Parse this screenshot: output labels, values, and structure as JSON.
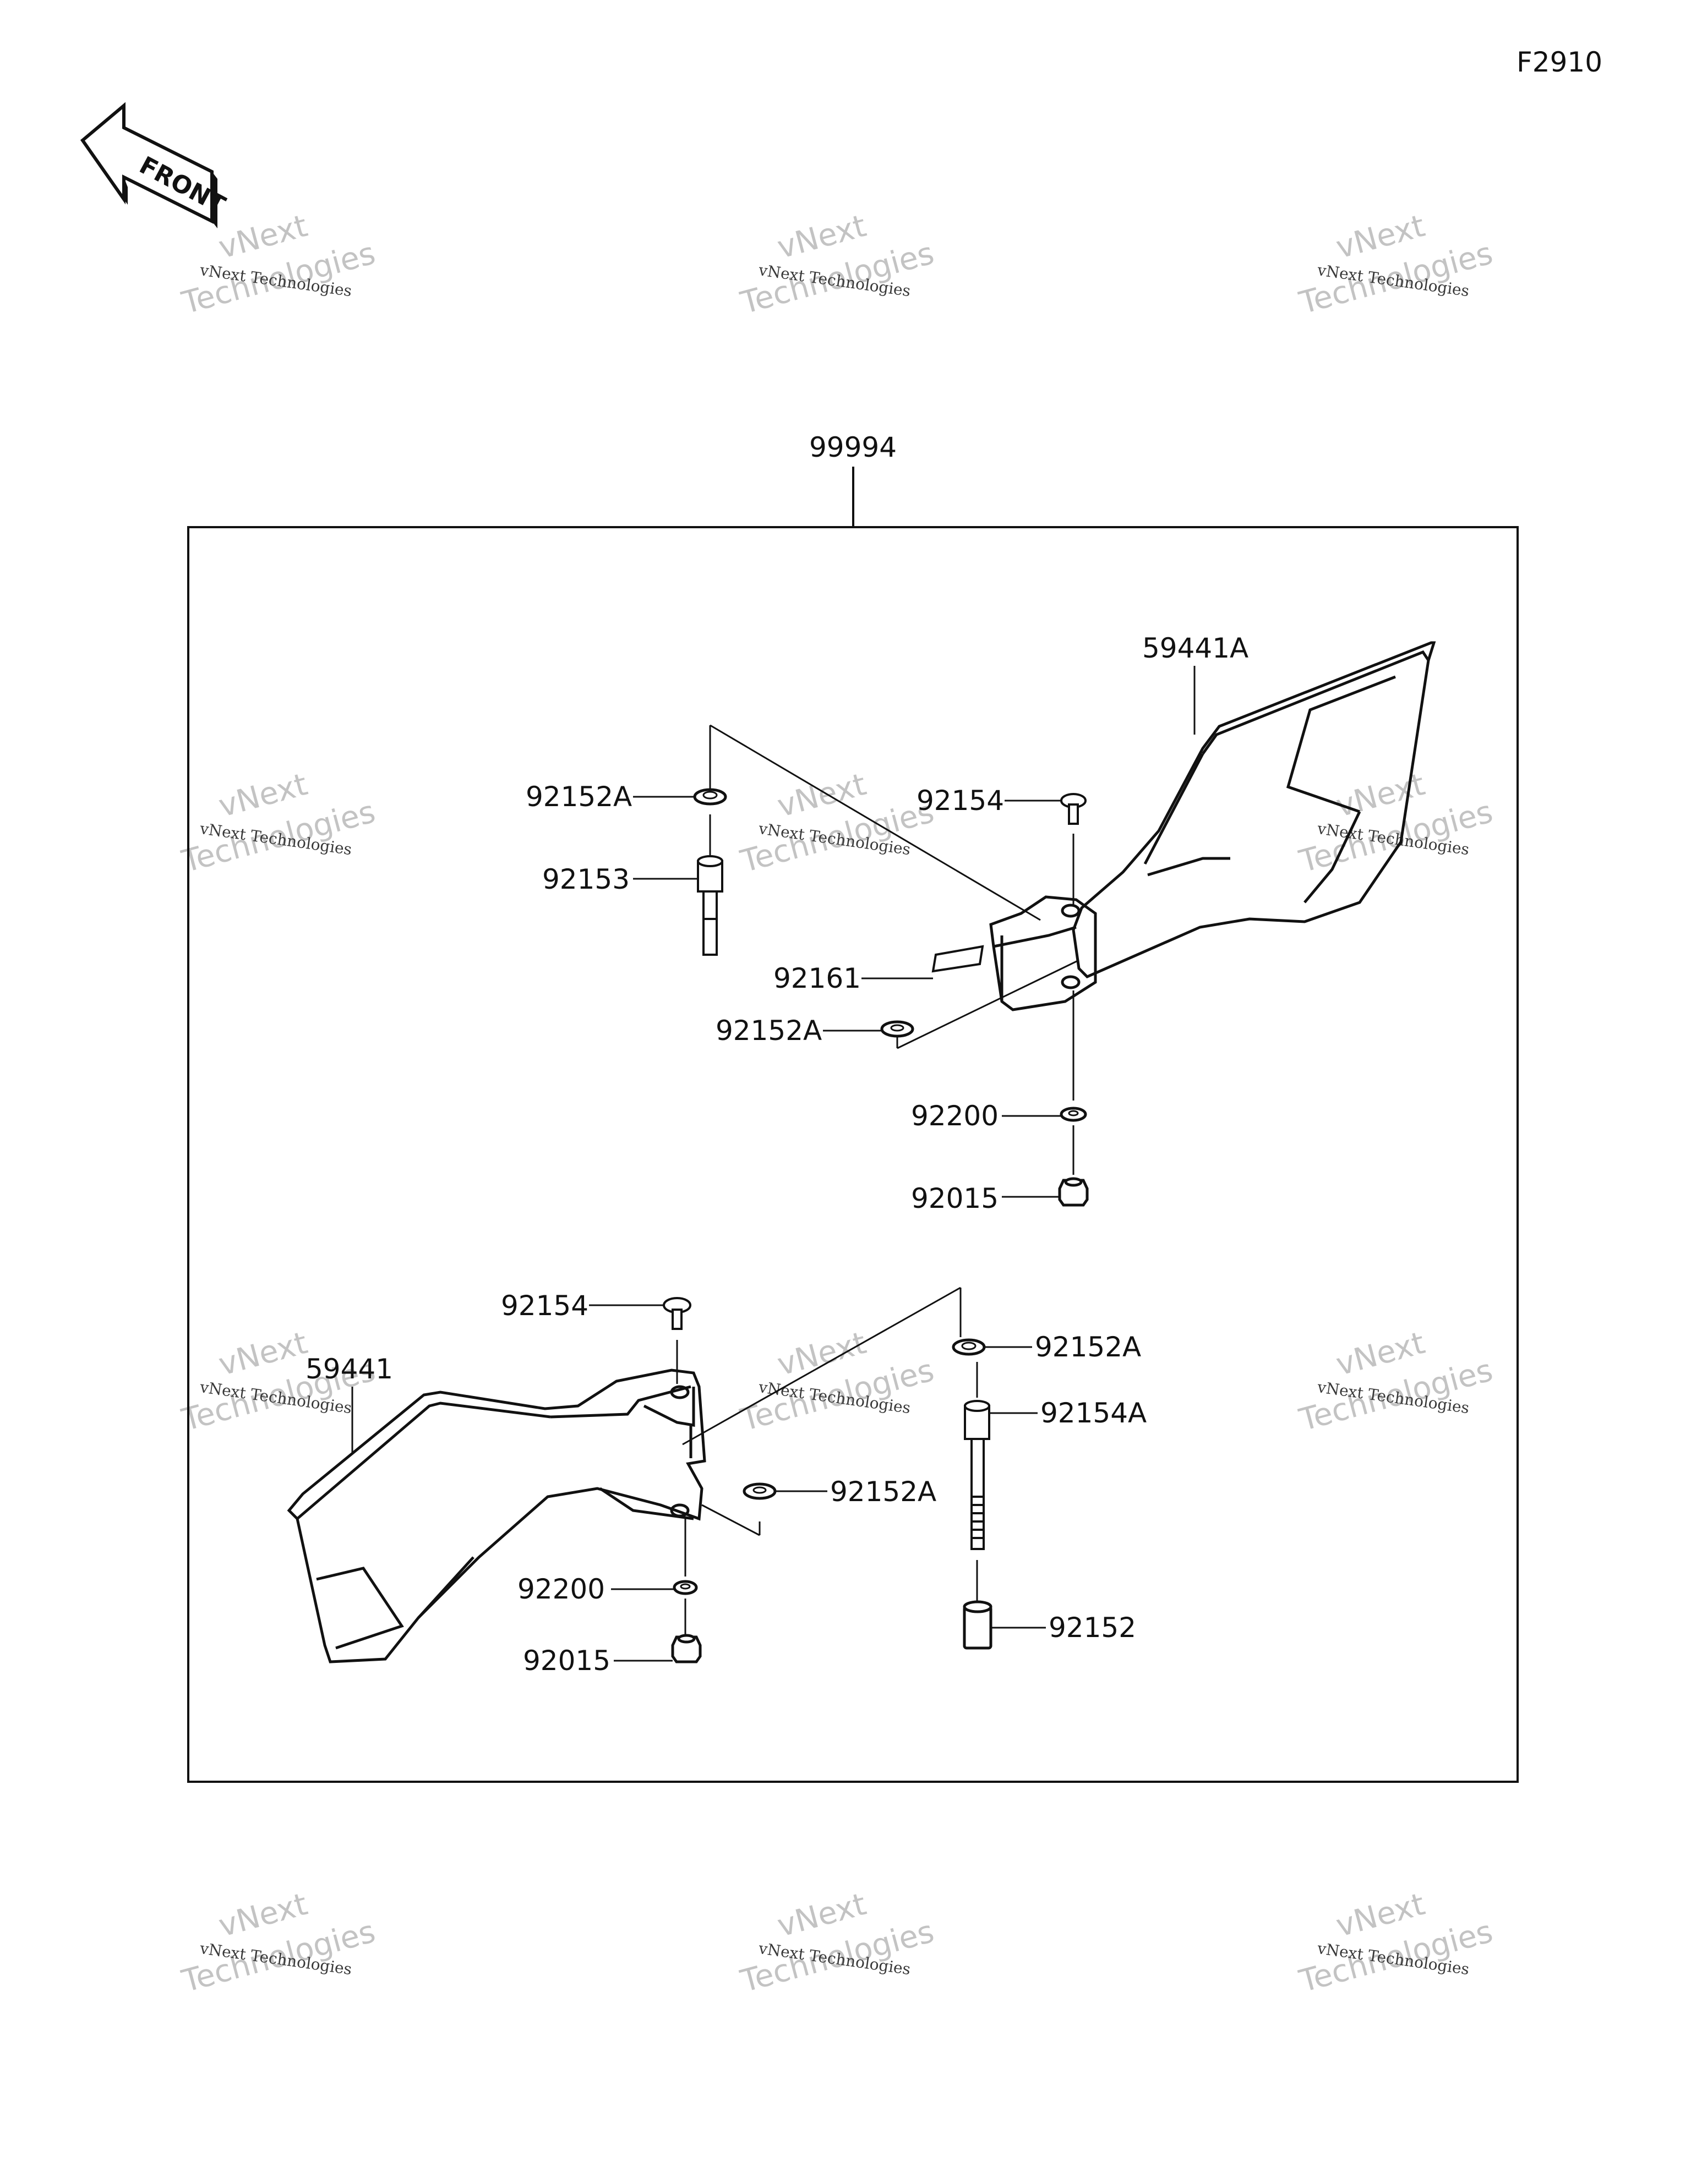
{
  "figure_code": "F2910",
  "front_arrow_label": "FRONT",
  "assembly_label": "99994",
  "watermark": {
    "line1": "vNext Technologies",
    "line2": "vNext",
    "line3": "Technologies"
  },
  "callouts": {
    "mirror_right": "59441A",
    "mirror_left": "59441",
    "washer_upper_right": "92152A",
    "stud_upper": "92153",
    "bolt_upper": "92154",
    "sticker": "92161",
    "washer_mid_right": "92152A",
    "washer_upper_right_mount": "92200",
    "nut_upper_right": "92015",
    "bolt_lower": "92154",
    "washer_lower_stud": "92152A",
    "stud_lower": "92154A",
    "washer_lower_mid": "92152A",
    "washer_lower_mount": "92200",
    "nut_lower": "92015",
    "collar_lower": "92152"
  }
}
